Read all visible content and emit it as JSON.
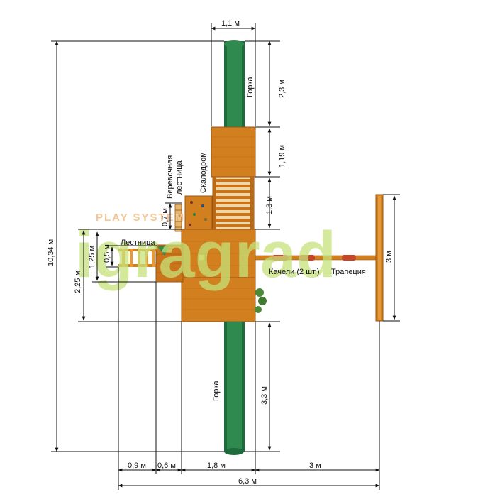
{
  "colors": {
    "wood": "#d27f1f",
    "wood_light": "#e49a3a",
    "wood_dark": "#9a5610",
    "slide_green": "#1e6b3c",
    "slide_green_light": "#2f8a50",
    "watermark_green": "#c6e27a",
    "watermark_orange": "#f3c797",
    "line": "#111111"
  },
  "watermark": {
    "tagline": "PLAY SYSTEM",
    "brand": "igragrad"
  },
  "labels": {
    "slide_top": "Горка",
    "slide_bottom": "Горка",
    "rope_ladder_line1": "Веревочная",
    "rope_ladder_line2": "лестница",
    "climbing_wall": "Скалодром",
    "ladder": "Лестница",
    "swings": "Качели (2 шт.)",
    "trapeze": "Трапеция"
  },
  "dimensions": {
    "slide_top_width": "1,1 м",
    "slide_top_length": "2,3 м",
    "platform_top": "1,19 м",
    "climb_section": "1,3 м",
    "rope_ladder_height": "0,7 м",
    "ladder_height": "1,25 м",
    "ladder_small": "0,5 м",
    "side_total": "2,25 м",
    "total_length": "10,34 м",
    "swing_frame": "3 м",
    "slide_bottom_length": "3,3 м",
    "bottom_seg1": "0,9 м",
    "bottom_seg2": "0,6 м",
    "bottom_seg3": "1,8 м",
    "bottom_seg4": "3 м",
    "total_width": "6,3 м"
  }
}
